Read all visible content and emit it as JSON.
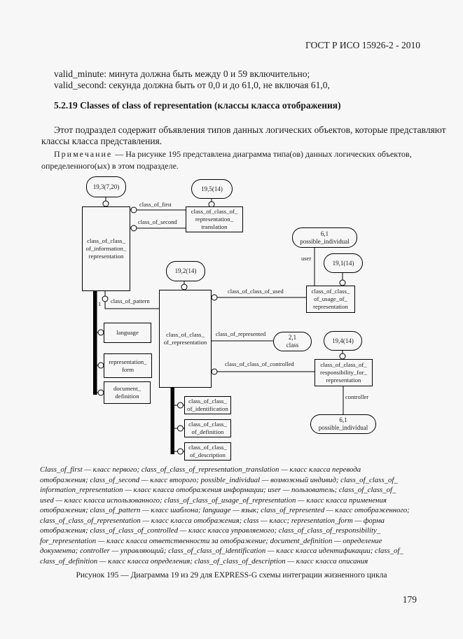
{
  "page": {
    "header": "ГОСТ Р ИСО 15926-2 - 2010",
    "page_number": "179"
  },
  "text": {
    "valid_minute": "valid_minute: минута должна быть между 0 и 59 включительно;",
    "valid_second": "valid_second: секунда должна быть от 0,0 и до 61,0, не включая 61,0,",
    "section_heading": "5.2.19 Classes of class of representation (классы класса отображения)",
    "para_line1": "Этот подраздел содержит объявления типов данных логических объектов, которые представляют",
    "para_line2": "классы класса представления.",
    "note_label": "Примечание",
    "note_line1_rest": "— На рисунке 195 представлена диаграмма типа(ов) данных логических объектов,",
    "note_line2": "определенного(ых) в этом подразделе."
  },
  "diagram": {
    "ovals": {
      "ref_19_3": "19,3(7,20)",
      "ref_19_5": "19,5(14)",
      "ref_19_2": "19,2(14)",
      "possible_individual_top": "6,1\npossible_individual",
      "ref_19_1": "19,1(14)",
      "class_2_1": "2,1\nclass",
      "ref_19_4": "19,4(14)",
      "possible_individual_bottom": "6,1\npossible_individual"
    },
    "boxes": {
      "info_representation": "class_of_class_\nof_information_\nrepresentation",
      "representation_translation": "class_of_class_of_\nrepresentation_\ntranslation",
      "representation": "class_of_class_\nof_representation",
      "usage_of_representation": "class_of_class_\nof_usage_of_\nrepresentation",
      "language": "language",
      "representation_form": "representation_\nform",
      "document_definition": "document_\ndefinition",
      "responsibility_for_representation": "class_of_class_of_\nresponsibility_for_\nrepresentation",
      "identification": "class_of_class_\nof_identification",
      "definition": "class_of_class_\nof_definition",
      "description": "class_of_class_\nof_description"
    },
    "labels": {
      "class_of_first": "class_of_first",
      "class_of_second": "class_of_second",
      "class_of_pattern": "class_of_pattern",
      "class_of_class_of_used": "class_of_class_of_used",
      "user": "user",
      "class_of_represented": "class_of_represented",
      "class_of_class_of_controlled": "class_of_class_of_controlled",
      "controller": "controller",
      "one_of_marker": "1"
    }
  },
  "legend_lines": [
    "Class_of_first — класс первого; class_of_class_of_representation_translation — класс класса перевода",
    "отображения; class_of_second — класс второго; possible_individual — возможный индивид; class_of_class_of_",
    "information_representation — класс класса отображения информации; user — пользователь; class_of_class_of_",
    "used — класс класса использованного; class_of_class_of_usage_of_representation — класс класса применения",
    "отображения; class_of_pattern — класс шаблона; language — язык; class_of_represented — класс отображенного;",
    "class_of_class_of_representation — класс класса отображения; class — класс; representation_form — форма",
    "отображения; class_of_class_of_controlled — класс класса управляемого; class_of_class_of_responsibility_",
    "for_representation — класс класса ответственности за отображение; document_definition — определение",
    "документа; controller — управляющий; class_of_class_of_identification — класс класса идентификации; class_of_",
    "class_of_definition — класс класса определения; class_of_class_of_description — класс класса описания"
  ],
  "caption": "Рисунок 195 — Диаграмма 19 из 29 для EXPRESS-G схемы интеграции жизненного цикла"
}
